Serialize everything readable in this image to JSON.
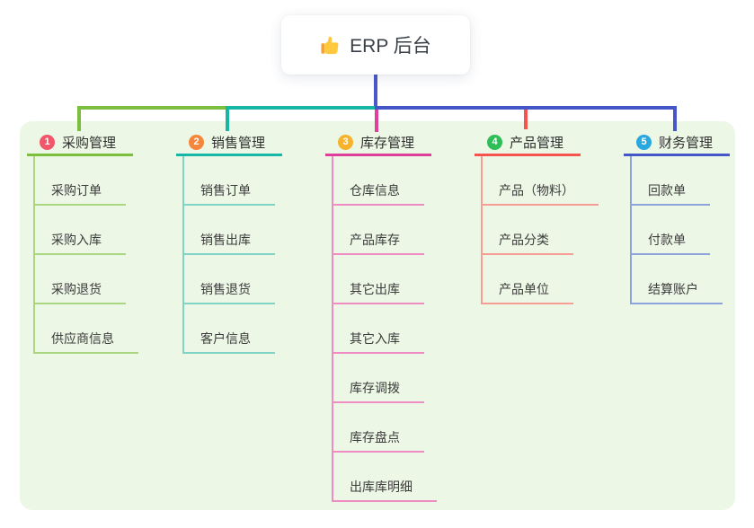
{
  "root": {
    "label": "ERP 后台",
    "icon": "thumbs-up"
  },
  "branches": [
    {
      "id": "purchase",
      "badge": "1",
      "label": "采购管理",
      "badge_color": "#f2566b",
      "line_color": "#7cbe3e",
      "child_line_color": "#a9d67e",
      "children": [
        "采购订单",
        "采购入库",
        "采购退货",
        "供应商信息"
      ]
    },
    {
      "id": "sales",
      "badge": "2",
      "label": "销售管理",
      "badge_color": "#f6863b",
      "line_color": "#16b7a5",
      "child_line_color": "#7fd4c6",
      "children": [
        "销售订单",
        "销售出库",
        "销售退货",
        "客户信息"
      ]
    },
    {
      "id": "inventory",
      "badge": "3",
      "label": "库存管理",
      "badge_color": "#f7b32b",
      "line_color": "#df3f9b",
      "child_line_color": "#ef8cc3",
      "children": [
        "仓库信息",
        "产品库存",
        "其它出库",
        "其它入库",
        "库存调拨",
        "库存盘点",
        "出库库明细"
      ]
    },
    {
      "id": "product",
      "badge": "4",
      "label": "产品管理",
      "badge_color": "#2fbd58",
      "line_color": "#f4534e",
      "child_line_color": "#f79d94",
      "children": [
        "产品（物料）",
        "产品分类",
        "产品单位"
      ]
    },
    {
      "id": "finance",
      "badge": "5",
      "label": "财务管理",
      "badge_color": "#29a8e0",
      "line_color": "#4456c8",
      "child_line_color": "#8ea2dd",
      "children": [
        "回款单",
        "付款单",
        "结算账户"
      ]
    }
  ],
  "connector": {
    "root_stem_color": "#4a58c8",
    "bus_segment_colors": [
      "#7cbe3e",
      "#16b7a5",
      "#4456c8"
    ],
    "drop_colors": [
      "#7cbe3e",
      "#16b7a5",
      "#e0409a",
      "#f4534e",
      "#4456c8"
    ]
  },
  "canvas": {
    "background": "#ffffff",
    "panel_background": "#ecf7e6"
  }
}
